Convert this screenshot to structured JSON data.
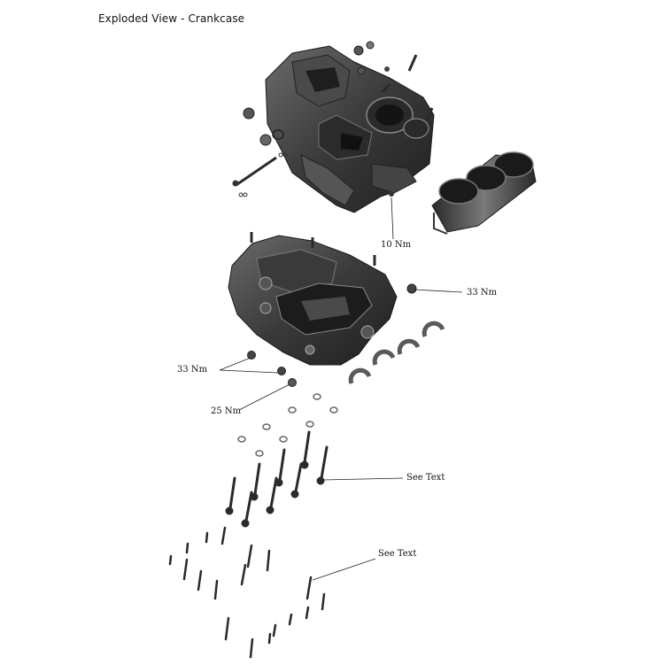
{
  "title": "Exploded View - Crankcase",
  "callouts": [
    {
      "id": "upper-10nm",
      "text": "10 Nm"
    },
    {
      "id": "right-33nm",
      "text": "33 Nm"
    },
    {
      "id": "left-33nm",
      "text": "33 Nm"
    },
    {
      "id": "drain-25nm",
      "text": "25 Nm"
    },
    {
      "id": "long-bolts-see-text",
      "text": "See Text"
    },
    {
      "id": "short-bolts-see-text",
      "text": "See Text"
    }
  ],
  "colors": {
    "part_dark": "#2e2e2e",
    "part_mid": "#5a5a5a",
    "part_light": "#9a9a9a",
    "leader": "#222222"
  }
}
